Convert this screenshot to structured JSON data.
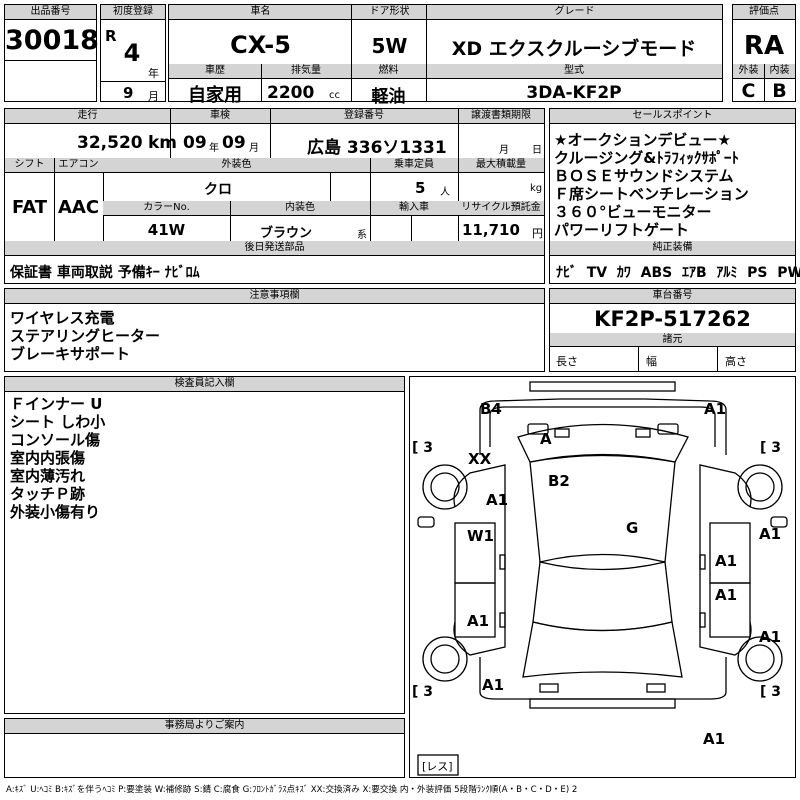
{
  "header": {
    "lot_no_label": "出品番号",
    "lot_no": "30018",
    "first_reg_label": "初度登録",
    "era": "R",
    "year_num": "4",
    "year_unit": "年",
    "month_num": "9",
    "month_unit": "月",
    "car_name_label": "車名",
    "car_name": "CX-5",
    "door_label": "ドア形状",
    "door": "5W",
    "grade_label": "グレード",
    "grade": "XD エクスクルーシブモード",
    "score_label": "評価点",
    "score": "RA",
    "history_label": "車歴",
    "history": "自家用",
    "displacement_label": "排気量",
    "displacement": "2200",
    "displacement_unit": "cc",
    "fuel_label": "燃料",
    "fuel": "軽油",
    "model_label": "型式",
    "model": "3DA-KF2P",
    "ext_label": "外装",
    "ext": "C",
    "int_label": "内装",
    "int": "B"
  },
  "row2": {
    "mileage_label": "走行",
    "mileage": "32,520",
    "mileage_unit": "km",
    "inspection_label": "車検",
    "insp_year": "09",
    "insp_year_unit": "年",
    "insp_month": "09",
    "insp_month_unit": "月",
    "reg_label": "登録番号",
    "reg_no": "広島 336ソ1331",
    "transfer_label": "譲渡書類期限",
    "transfer_month": "月",
    "transfer_day": "日",
    "shift_label": "シフト",
    "shift": "FAT",
    "ac_label": "エアコン",
    "ac": "AAC",
    "color_label": "外装色",
    "color": "クロ",
    "capacity_label": "乗車定員",
    "capacity": "5",
    "capacity_unit": "人",
    "load_label": "最大積載量",
    "load_unit": "kg",
    "color_no_label": "カラーNo.",
    "color_no": "41W",
    "int_color_label": "内装色",
    "int_color": "ブラウン",
    "int_color_suffix": "系",
    "import_label": "輸入車",
    "recycle_label": "リサイクル預託金",
    "recycle": "11,710",
    "recycle_unit": "円",
    "later_label": "後日発送部品",
    "later": "保証書 車両取説 予備ｷｰ ﾅﾋﾞﾛﾑ"
  },
  "sales": {
    "label": "セールスポイント",
    "points": [
      "★オークションデビュー★",
      "クルージング&ﾄﾗﾌｨｯｸｻﾎﾟｰﾄ",
      "ＢＯＳＥサウンドシステム",
      "Ｆ席シートベンチレーション",
      "３６０°ビューモニター",
      "パワーリフトゲート"
    ],
    "equip_label": "純正装備",
    "equip": [
      "ﾅﾋﾞ",
      "TV",
      "ｶﾜ",
      "ABS",
      "ｴｱB",
      "ｱﾙﾐ",
      "PS",
      "PW"
    ]
  },
  "notes": {
    "label": "注意事項欄",
    "items": [
      "ワイヤレス充電",
      "ステアリングヒーター",
      "ブレーキサポート"
    ]
  },
  "chassis": {
    "label": "車台番号",
    "number": "KF2P-517262",
    "spec_label": "諸元",
    "length": "長さ",
    "width": "幅",
    "height": "高さ"
  },
  "inspector": {
    "label": "検査員記入欄",
    "items": [
      "Ｆインナー U",
      "シート しわ小",
      "コンソール傷",
      "室内内張傷",
      "室内薄汚れ",
      "タッチＰ跡",
      "外装小傷有り"
    ]
  },
  "office": {
    "label": "事務局よりご案内"
  },
  "diagram": {
    "marks": [
      "B4",
      "A1",
      "A",
      "XX",
      "B2",
      "A1",
      "G",
      "W1",
      "A1",
      "A1",
      "A1",
      "A1",
      "A1",
      "A1",
      "A1"
    ],
    "tires": [
      "3",
      "3",
      "3",
      "3"
    ],
    "tire_bracket_l": "[",
    "tire_bracket_r": "]",
    "spare": "レス"
  },
  "legend": "A:ｷｽﾞ U:ﾍｺﾐ B:ｷｽﾞを伴うﾍｺﾐ P:要塗装 W:補修跡 S:錆 C:腐食 G:ﾌﾛﾝﾄｶﾞﾗｽ点ｷｽﾞ XX:交換済み X:要交換 内・外装評価 5段階ﾗﾝｸ順(A・B・C・D・E) 2"
}
